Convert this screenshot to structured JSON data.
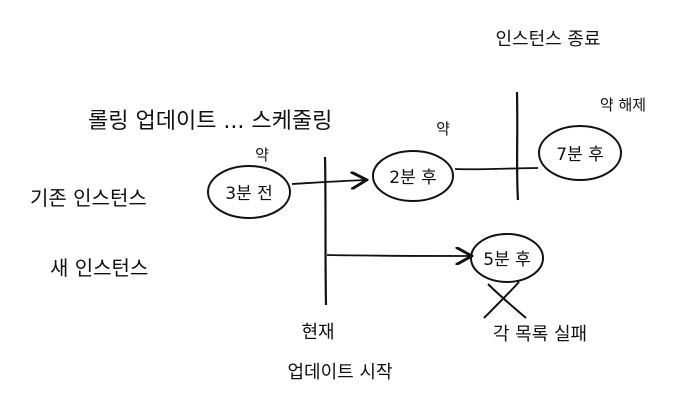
{
  "diagram": {
    "title": "롤링 업데이트 ... 스케줄링",
    "rows": {
      "old_instance": "기존 인스턴스",
      "new_instance": "새 인스턴스"
    },
    "nodes": {
      "before_3min": {
        "label": "3분 전",
        "note": "약"
      },
      "after_2min": {
        "label": "2분 후",
        "note": "약"
      },
      "after_7min": {
        "label": "7분 후",
        "note": "약 해제"
      },
      "after_5min": {
        "label": "5분 후"
      }
    },
    "markers": {
      "now": "현재",
      "update_start": "업데이트 시작",
      "instance_end": "인스턴스 종료"
    },
    "annotations": {
      "status_fail": "각 목록 실패"
    },
    "colors": {
      "ink": "#111111",
      "background": "#ffffff"
    }
  }
}
